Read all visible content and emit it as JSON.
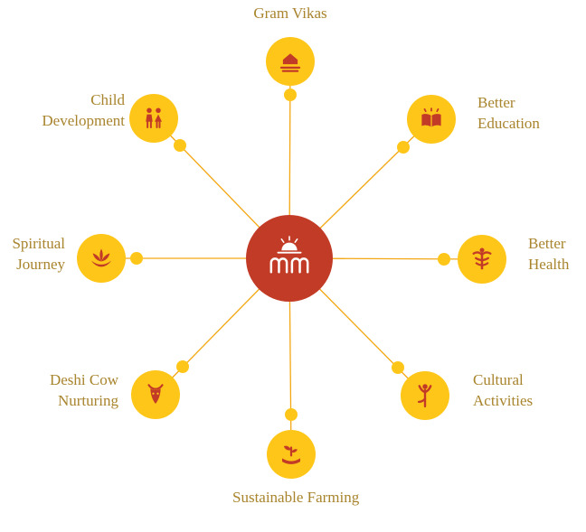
{
  "diagram": {
    "center": {
      "icon": "ashram-arches-sun-logo"
    },
    "nodes": [
      {
        "label": "Gram Vikas",
        "icon": "village-icon"
      },
      {
        "label": "Better Education",
        "icon": "open-book-icon"
      },
      {
        "label": "Better Health",
        "icon": "caduceus-icon"
      },
      {
        "label": "Cultural Activities",
        "icon": "yoga-pose-icon"
      },
      {
        "label": "Sustainable Farming",
        "icon": "hand-sprout-icon"
      },
      {
        "label": "Deshi Cow Nurturing",
        "icon": "cow-icon"
      },
      {
        "label": "Spiritual Journey",
        "icon": "lotus-icon"
      },
      {
        "label": "Child Development",
        "icon": "children-icon"
      }
    ],
    "colors": {
      "node_yellow": "#FFC61A",
      "icon_red": "#C23B26",
      "spoke_gold": "#F3A712",
      "label_text": "#A8842D",
      "center_red": "#C23B26",
      "center_icon_white": "#FFFFFF"
    }
  }
}
